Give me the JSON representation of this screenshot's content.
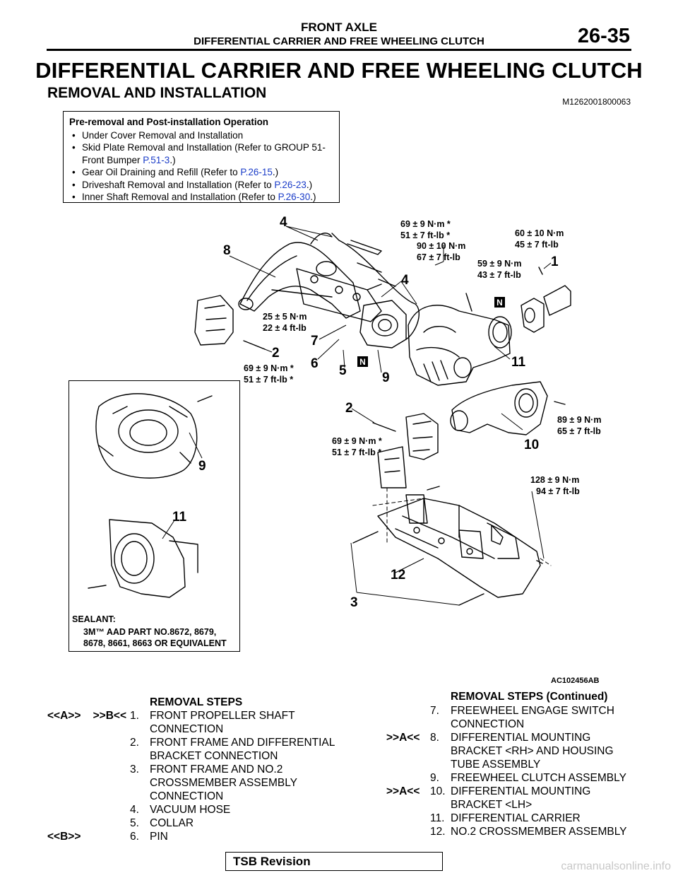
{
  "header": {
    "section": "FRONT AXLE",
    "subsection": "DIFFERENTIAL CARRIER AND FREE WHEELING CLUTCH",
    "page": "26-35"
  },
  "title": "DIFFERENTIAL CARRIER AND FREE WHEELING CLUTCH",
  "subtitle": "REMOVAL AND INSTALLATION",
  "doc_id": "M1262001800063",
  "pre_removal": {
    "heading": "Pre-removal and Post-installation Operation",
    "items": [
      {
        "text": "Under Cover Removal and Installation",
        "link": "",
        "tail": ""
      },
      {
        "text": "Skid Plate Removal and Installation (Refer to GROUP 51-",
        "text2": "Front Bumper ",
        "link": "P.51-3",
        "tail": ".)"
      },
      {
        "text": "Gear Oil Draining and Refill (Refer to ",
        "link": "P.26-15",
        "tail": ".)"
      },
      {
        "text": "Driveshaft Removal and Installation (Refer to ",
        "link": "P.26-23",
        "tail": ".)"
      },
      {
        "text": "Inner Shaft Removal and Installation (Refer to ",
        "link": "P.26-30",
        "tail": ".)"
      }
    ]
  },
  "diagram": {
    "callouts": [
      "1",
      "2",
      "2",
      "3",
      "4",
      "4",
      "5",
      "6",
      "7",
      "8",
      "9",
      "10",
      "11",
      "12",
      "9",
      "11"
    ],
    "torques": {
      "t69a": [
        "69 ± 9 N·m *",
        "51 ± 7 ft-lb *"
      ],
      "t90": [
        "90 ± 10 N·m",
        "67 ± 7 ft-lb"
      ],
      "t60": [
        "60 ± 10 N·m",
        "45 ± 7 ft-lb"
      ],
      "t59": [
        "59 ± 9 N·m",
        "43 ± 7 ft-lb"
      ],
      "t25": [
        "25 ± 5 N·m",
        "22 ± 4 ft-lb"
      ],
      "t69b": [
        "69 ± 9 N·m *",
        "51 ± 7 ft-lb *"
      ],
      "t69c": [
        "69 ± 9 N·m *",
        "51 ± 7 ft-lb *"
      ],
      "t89": [
        "89 ± 9 N·m",
        "65 ± 7 ft-lb"
      ],
      "t128": [
        "128 ± 9 N·m",
        "94 ± 7 ft-lb"
      ]
    },
    "n_marker": "N",
    "sealant_heading": "SEALANT:",
    "sealant_lines": [
      "3M™ AAD PART NO.8672, 8679,",
      "8678, 8661, 8663 OR EQUIVALENT"
    ],
    "figure_id": "AC102456AB"
  },
  "steps_left": {
    "heading": "REMOVAL STEPS",
    "rows": [
      {
        "tag": "<<A>>    >>B<<",
        "num": "1.",
        "lines": [
          "FRONT PROPELLER SHAFT",
          "CONNECTION"
        ]
      },
      {
        "tag": "",
        "num": "2.",
        "lines": [
          "FRONT FRAME AND DIFFERENTIAL",
          "BRACKET CONNECTION"
        ]
      },
      {
        "tag": "",
        "num": "3.",
        "lines": [
          "FRONT FRAME AND NO.2",
          "CROSSMEMBER ASSEMBLY",
          "CONNECTION"
        ]
      },
      {
        "tag": "",
        "num": "4.",
        "lines": [
          "VACUUM HOSE"
        ]
      },
      {
        "tag": "",
        "num": "5.",
        "lines": [
          "COLLAR"
        ]
      },
      {
        "tag": "<<B>>",
        "num": "6.",
        "lines": [
          "PIN"
        ]
      }
    ]
  },
  "steps_right": {
    "heading": "REMOVAL STEPS (Continued)",
    "rows": [
      {
        "tag": "",
        "num": "7.",
        "lines": [
          "FREEWHEEL ENGAGE SWITCH",
          "CONNECTION"
        ]
      },
      {
        "tag": ">>A<<",
        "num": "8.",
        "lines": [
          "DIFFERENTIAL MOUNTING",
          "BRACKET <RH> AND HOUSING",
          "TUBE ASSEMBLY"
        ]
      },
      {
        "tag": "",
        "num": "9.",
        "lines": [
          "FREEWHEEL CLUTCH ASSEMBLY"
        ]
      },
      {
        "tag": ">>A<<",
        "num": "10.",
        "lines": [
          "DIFFERENTIAL MOUNTING",
          "BRACKET <LH>"
        ]
      },
      {
        "tag": "",
        "num": "11.",
        "lines": [
          "DIFFERENTIAL CARRIER"
        ]
      },
      {
        "tag": "",
        "num": "12.",
        "lines": [
          "NO.2 CROSSMEMBER ASSEMBLY"
        ]
      }
    ]
  },
  "footer": {
    "tsb": "TSB Revision",
    "watermark": "carmanualsonline.info"
  }
}
